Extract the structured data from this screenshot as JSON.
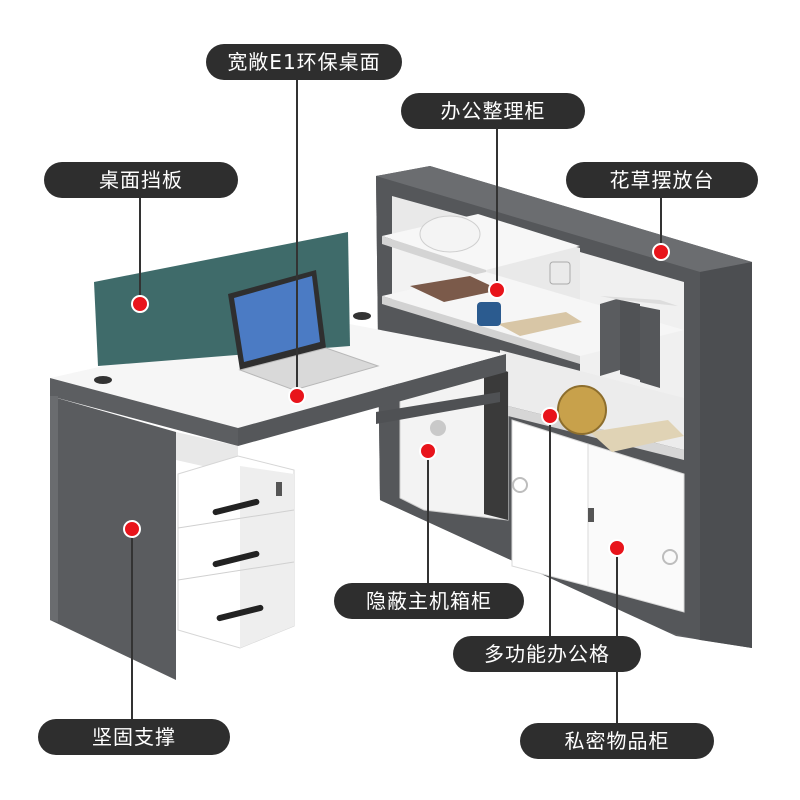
{
  "labels": {
    "desktop": "宽敞E1环保桌面",
    "organizer": "办公整理柜",
    "modesty_panel": "桌面挡板",
    "plant_shelf": "花草摆放台",
    "host_cabinet": "隐蔽主机箱柜",
    "multi_compartment": "多功能办公格",
    "support": "坚固支撑",
    "private_cabinet": "私密物品柜"
  },
  "colors": {
    "label_bg": "#2e2e2e",
    "label_text": "#ffffff",
    "marker": "#e8141b",
    "leader_line": "#333333",
    "cabinet_gray": "#5f6164",
    "desk_white": "#f4f4f4",
    "panel_green": "#3f6b6a"
  }
}
